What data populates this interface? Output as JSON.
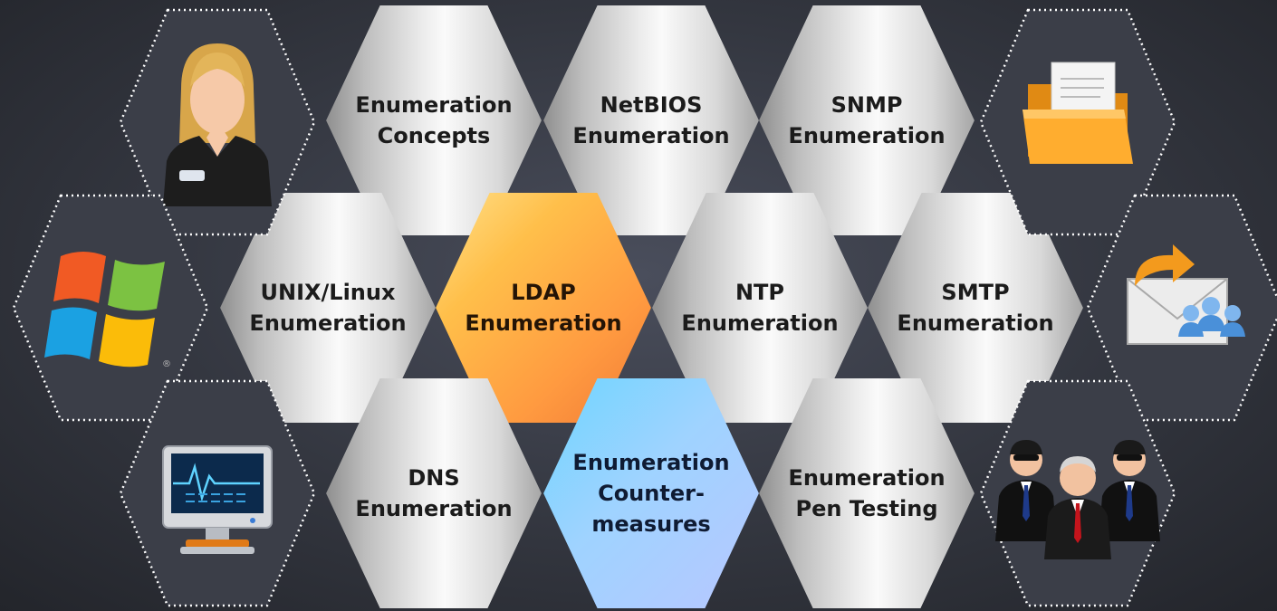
{
  "colors": {
    "background": "#2e3038",
    "hex_gray": "#e6e6e6",
    "hex_orange": "#ffa34a",
    "hex_blue": "#8fd0ff",
    "dotted_border": "#ffffff"
  },
  "topics": [
    {
      "id": "enumeration-concepts",
      "label": "Enumeration\nConcepts",
      "style": "gray"
    },
    {
      "id": "netbios-enumeration",
      "label": "NetBIOS\nEnumeration",
      "style": "gray"
    },
    {
      "id": "snmp-enumeration",
      "label": "SNMP\nEnumeration",
      "style": "gray"
    },
    {
      "id": "unix-linux-enumeration",
      "label": "UNIX/Linux\nEnumeration",
      "style": "gray"
    },
    {
      "id": "ldap-enumeration",
      "label": "LDAP\nEnumeration",
      "style": "orange"
    },
    {
      "id": "ntp-enumeration",
      "label": "NTP\nEnumeration",
      "style": "gray"
    },
    {
      "id": "smtp-enumeration",
      "label": "SMTP\nEnumeration",
      "style": "gray"
    },
    {
      "id": "dns-enumeration",
      "label": "DNS\nEnumeration",
      "style": "gray"
    },
    {
      "id": "enumeration-countermeasures",
      "label": "Enumeration\nCounter-\nmeasures",
      "style": "blue"
    },
    {
      "id": "enumeration-pen-testing",
      "label": "Enumeration\nPen Testing",
      "style": "gray"
    }
  ],
  "icons": [
    "user-icon",
    "windows-logo-icon",
    "monitor-icon",
    "folder-icon",
    "email-group-icon",
    "agents-group-icon"
  ]
}
